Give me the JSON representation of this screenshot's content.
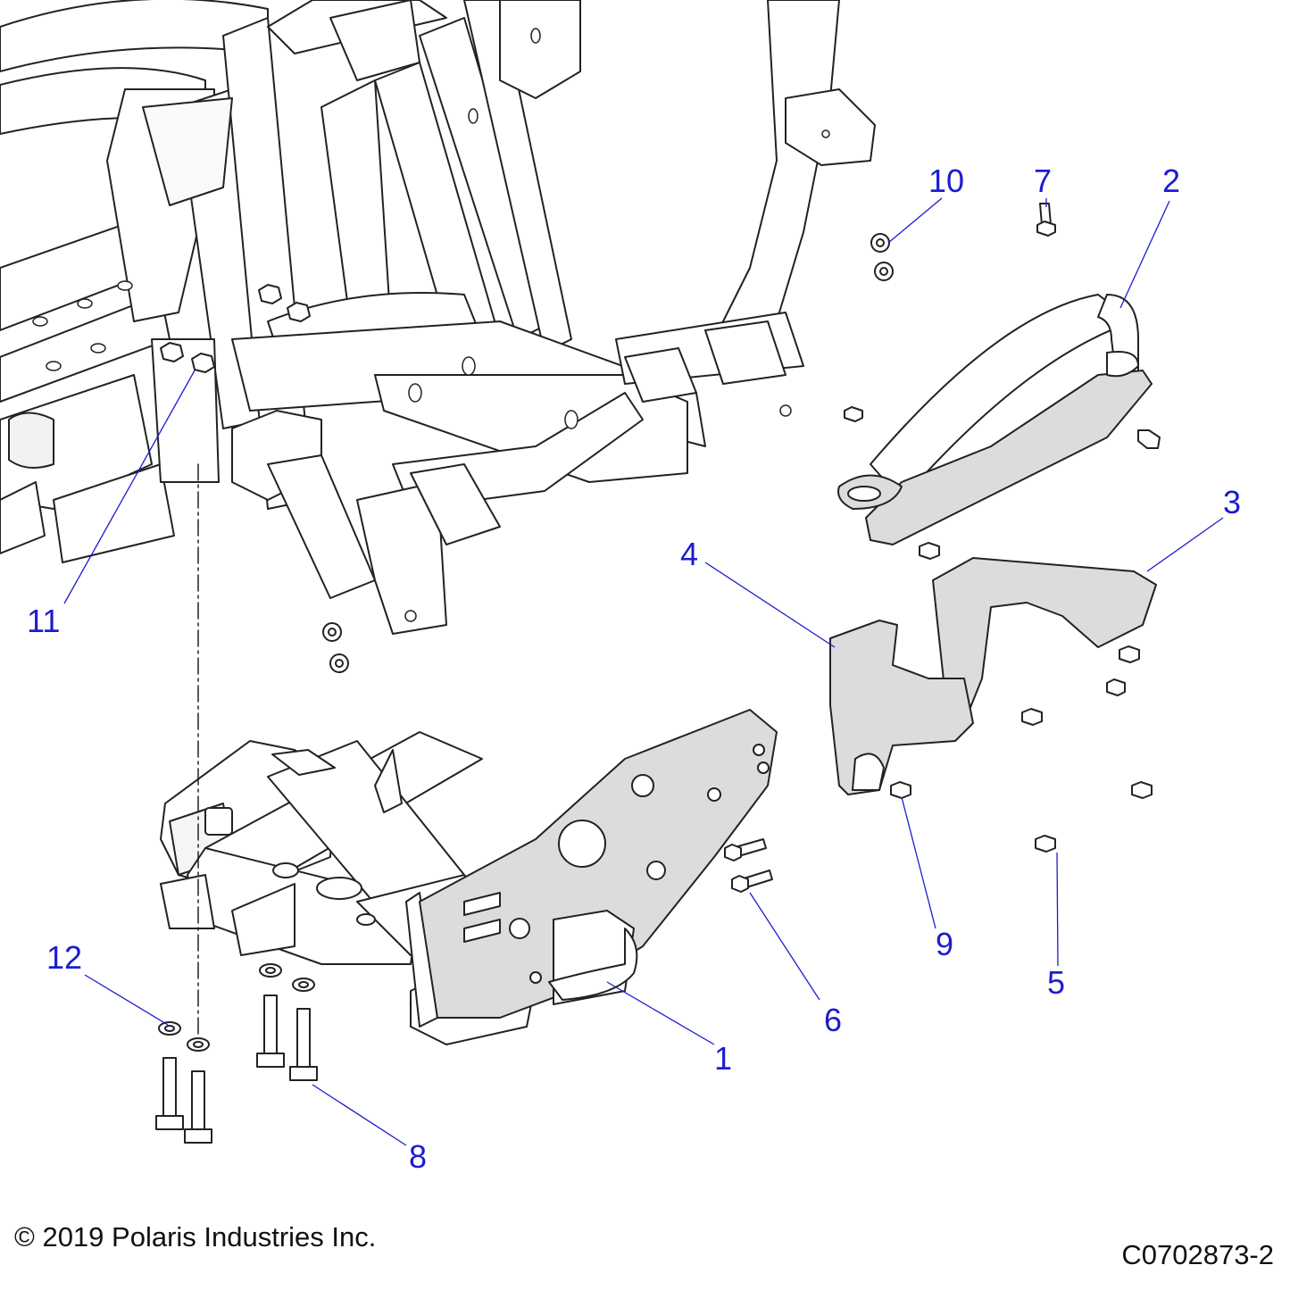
{
  "diagram": {
    "callouts": {
      "c1": "1",
      "c2": "2",
      "c3": "3",
      "c4": "4",
      "c5": "5",
      "c6": "6",
      "c7": "7",
      "c8": "8",
      "c9": "9",
      "c10": "10",
      "c11": "11",
      "c12": "12"
    },
    "colors": {
      "callout": "#1c1ccf",
      "leader": "#1c1ccf",
      "line": "#222222",
      "shaded_part": "#dcdcdc"
    }
  },
  "footer": {
    "copyright": "© 2019 Polaris Industries Inc.",
    "figure_id": "C0702873-2"
  }
}
